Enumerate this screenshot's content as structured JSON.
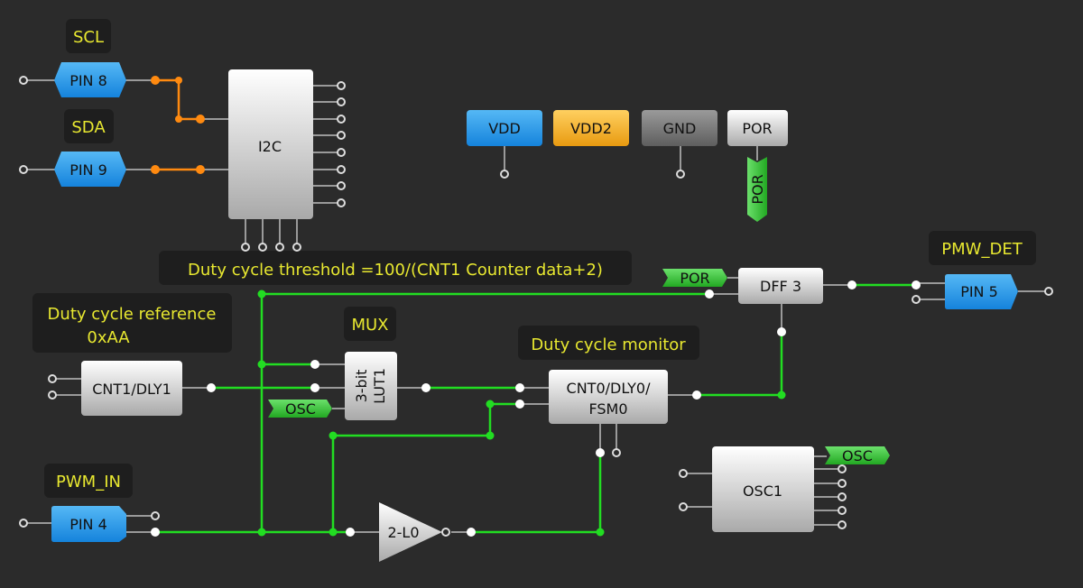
{
  "labels": {
    "scl": "SCL",
    "sda": "SDA",
    "pmw_det": "PMW_DET",
    "pwm_in": "PWM_IN",
    "mux": "MUX",
    "threshold": "Duty cycle threshold =100/(CNT1 Counter data+2)",
    "reference_line1": "Duty cycle reference",
    "reference_line2": "0xAA",
    "monitor": "Duty cycle monitor"
  },
  "blocks": {
    "pin8": "PIN 8",
    "pin9": "PIN 9",
    "pin5": "PIN 5",
    "pin4": "PIN 4",
    "i2c": "I2C",
    "vdd": "VDD",
    "vdd2": "VDD2",
    "gnd": "GND",
    "por": "POR",
    "dff3": "DFF 3",
    "cnt1": "CNT1/DLY1",
    "lut1_line1": "3-bit",
    "lut1_line2": "LUT1",
    "cnt0_line1": "CNT0/DLY0/",
    "cnt0_line2": "FSM0",
    "osc1": "OSC1",
    "inverter": "2-L0"
  },
  "tags": {
    "por_vertical": "POR",
    "por_dff": "POR",
    "osc_lut": "OSC",
    "osc_out": "OSC"
  },
  "colors": {
    "background": "#2b2b2b",
    "wire_green": "#22dd22",
    "wire_orange": "#ff8a10",
    "wire_gray": "#9a9a9a",
    "label_yellow": "#e8e830",
    "pin_blue": "#2a9de8",
    "vdd2_orange": "#f0a820",
    "tag_green": "#3cc43c"
  }
}
